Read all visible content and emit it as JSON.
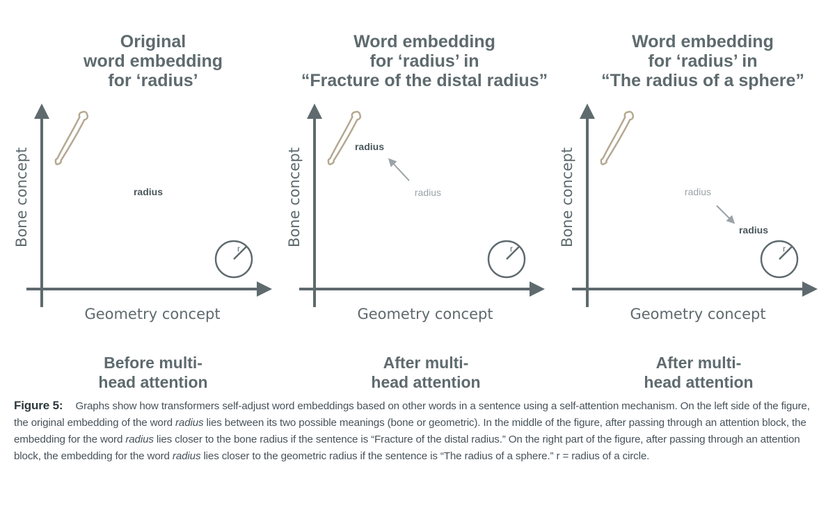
{
  "panels": [
    {
      "title_lines": [
        "Original",
        "word embedding",
        "for ‘radius’"
      ],
      "ylabel": "Bone concept",
      "xlabel": "Geometry concept",
      "phase_lines": [
        "Before multi-",
        "head attention"
      ],
      "words": [
        {
          "text": "radius",
          "style": "final"
        }
      ],
      "circle_label": "r"
    },
    {
      "title_lines": [
        "Word embedding",
        "for ‘radius’ in",
        "“Fracture of the distal radius”"
      ],
      "ylabel": "Bone concept",
      "xlabel": "Geometry concept",
      "phase_lines": [
        "After multi-",
        "head attention"
      ],
      "words": [
        {
          "text": "radius",
          "style": "original"
        },
        {
          "text": "radius",
          "style": "final"
        }
      ],
      "arrow_direction": "toward bone",
      "circle_label": "r"
    },
    {
      "title_lines": [
        "Word embedding",
        "for ‘radius’ in",
        "“The radius of a sphere”"
      ],
      "ylabel": "Bone concept",
      "xlabel": "Geometry concept",
      "phase_lines": [
        "After multi-",
        "head attention"
      ],
      "words": [
        {
          "text": "radius",
          "style": "original"
        },
        {
          "text": "radius",
          "style": "final"
        }
      ],
      "arrow_direction": "toward geometry",
      "circle_label": "r"
    }
  ],
  "caption": {
    "figure_label": "Figure 5:",
    "parts": [
      {
        "text": "Graphs show how transformers self-adjust word embeddings based on other words in a sentence using a self-attention mechanism. On the left side of the figure, the original embedding of the word ",
        "italic": false
      },
      {
        "text": "radius",
        "italic": true
      },
      {
        "text": " lies between its two possible meanings (bone or geometric). In the middle of the figure, after passing through an attention block, the embedding for the word ",
        "italic": false
      },
      {
        "text": "radius",
        "italic": true
      },
      {
        "text": " lies closer to the bone radius if the sentence is “Fracture of the distal radius.” On the right part of the figure, after passing through an attention block, the embedding for the word ",
        "italic": false
      },
      {
        "text": "radius",
        "italic": true
      },
      {
        "text": " lies closer to the geometric radius if the sentence is “The radius of a sphere.” r = radius of a circle.",
        "italic": false
      }
    ]
  },
  "colors": {
    "axis": "#5e6a6e",
    "title_text": "#5e6a6e",
    "word_final": "#4a565a",
    "word_original": "#9aa3a7",
    "arrow": "#9aa3a7",
    "bone_stroke": "#b5a892",
    "caption_text": "#46525a"
  },
  "icons": {
    "bone": "bone-icon",
    "circle": "circle-radius-icon"
  }
}
